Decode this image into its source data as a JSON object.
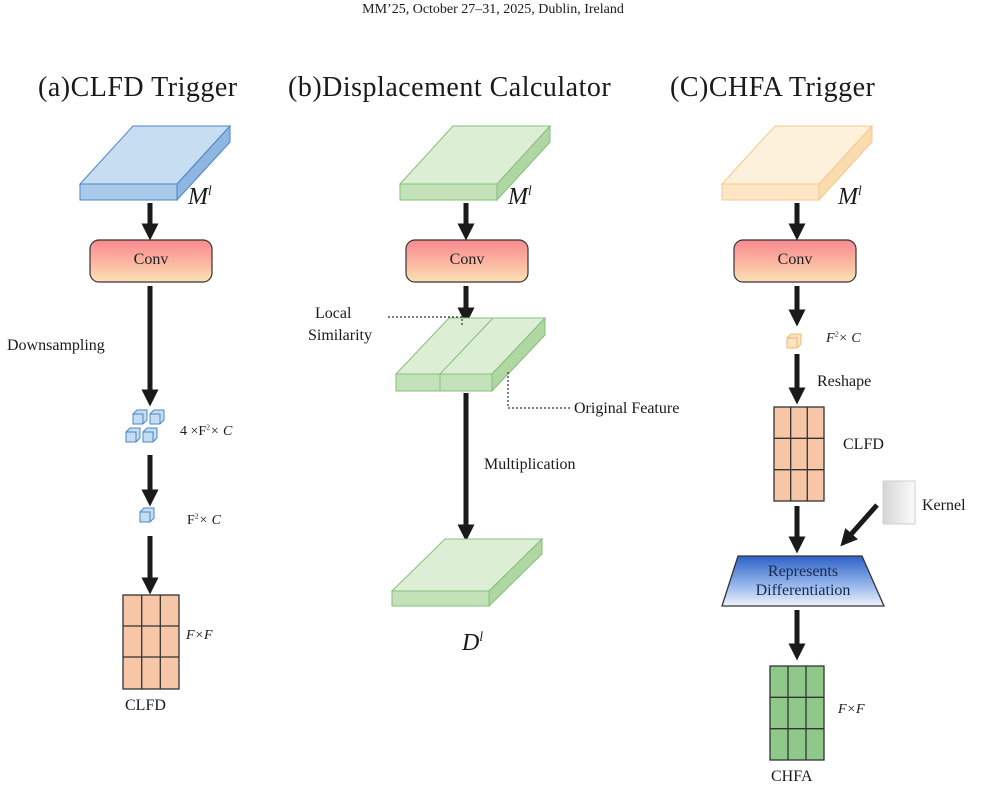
{
  "header": "MM’25, October 27–31, 2025, Dublin, Ireland",
  "panels": {
    "a": {
      "title": "(a)CLFD Trigger",
      "input_var": "M",
      "input_sup": "l",
      "conv": "Conv",
      "downsampling": "Downsampling",
      "dim1": "4 ×F",
      "dim1_sup": "2",
      "dim1_tail": "× C",
      "dim2": "F",
      "dim2_sup": "2",
      "dim2_tail": "× C",
      "grid_label": "F×F",
      "caption": "CLFD",
      "colors": {
        "slab": "#b9d4ee",
        "cube": "#c6dcf2",
        "grid": "#f6c6a6"
      }
    },
    "b": {
      "title": "(b)Displacement Calculator",
      "input_var": "M",
      "input_sup": "l",
      "conv": "Conv",
      "local_sim_1": "Local",
      "local_sim_2": "Similarity",
      "original_feature": "Original Feature",
      "multiplication": "Multiplication",
      "output_var": "D",
      "output_sup": "l",
      "colors": {
        "slab": "#cfe6c6"
      }
    },
    "c": {
      "title": "(C)CHFA  Trigger",
      "input_var": "M",
      "input_sup": "l",
      "conv": "Conv",
      "dim": "F",
      "dim_sup": "2",
      "dim_tail": "× C",
      "reshape": "Reshape",
      "grid1_label": "CLFD",
      "kernel": "Kernel",
      "represents_1": "Represents",
      "represents_2": "Differentiation",
      "grid2_label": "F×F",
      "caption": "CHFA",
      "colors": {
        "slab": "#fde8c6",
        "cube": "#fde3c0",
        "grid1": "#f6c6a6",
        "grid2": "#8fc98a",
        "trap": "#3a6fcf"
      }
    }
  }
}
